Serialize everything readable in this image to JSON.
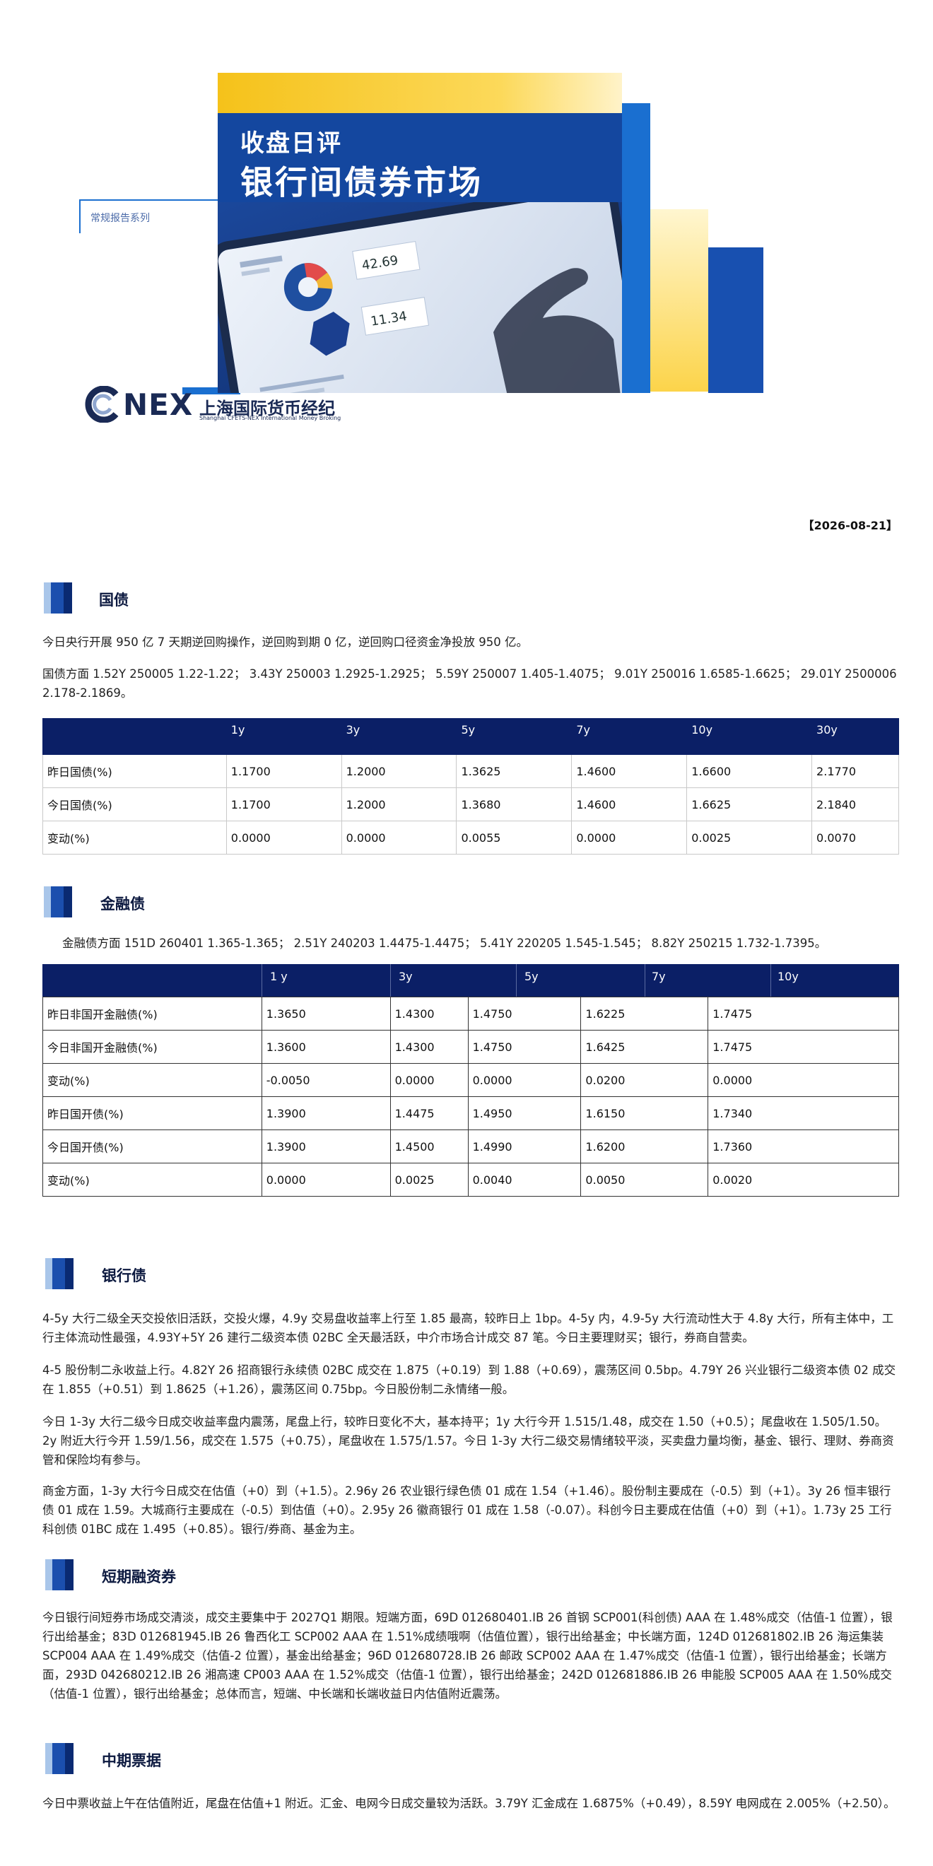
{
  "banner": {
    "title_line1": "收盘日评",
    "title_line2": "银行间债券市场",
    "series": "常规报告系列",
    "logo_text": "NEX",
    "logo_cn": "上海国际货币经纪",
    "logo_en": "Shanghai CFETS-NEX International Money Broking"
  },
  "date": "【2026-08-21】",
  "sections": {
    "guozhai": {
      "title": "国债",
      "p1": "今日央行开展 950 亿 7 天期逆回购操作，逆回购到期 0 亿，逆回购口径资金净投放 950 亿。",
      "p2": "国债方面 1.52Y 250005 1.22-1.22； 3.43Y 250003 1.2925-1.2925； 5.59Y 250007 1.405-1.4075； 9.01Y 250016 1.6585-1.6625； 29.01Y 2500006 2.178-2.1869。",
      "table": {
        "headers": [
          "",
          "1y",
          "3y",
          "5y",
          "7y",
          "10y",
          "30y"
        ],
        "rows": [
          [
            "昨日国债(%)",
            "1.1700",
            "1.2000",
            "1.3625",
            "1.4600",
            "1.6600",
            "2.1770"
          ],
          [
            "今日国债(%)",
            "1.1700",
            "1.2000",
            "1.3680",
            "1.4600",
            "1.6625",
            "2.1840"
          ],
          [
            "变动(%)",
            "0.0000",
            "0.0000",
            "0.0055",
            "0.0000",
            "0.0025",
            "0.0070"
          ]
        ]
      }
    },
    "jinrongzhai": {
      "title": "金融债",
      "p1": "金融债方面  151D 260401 1.365-1.365； 2.51Y 240203 1.4475-1.4475； 5.41Y 220205 1.545-1.545； 8.82Y 250215 1.732-1.7395。",
      "table": {
        "headers": [
          "1 y",
          "3y",
          "5y",
          "7y",
          "10y"
        ],
        "rows": [
          [
            "昨日非国开金融债(%)",
            "1.3650",
            "1.4300",
            "1.4750",
            "1.6225",
            "1.7475"
          ],
          [
            "今日非国开金融债(%)",
            "1.3600",
            "1.4300",
            "1.4750",
            "1.6425",
            "1.7475"
          ],
          [
            "变动(%)",
            "-0.0050",
            "0.0000",
            "0.0000",
            "0.0200",
            "0.0000"
          ],
          [
            "昨日国开债(%)",
            "1.3900",
            "1.4475",
            "1.4950",
            "1.6150",
            "1.7340"
          ],
          [
            "今日国开债(%)",
            "1.3900",
            "1.4500",
            "1.4990",
            "1.6200",
            "1.7360"
          ],
          [
            "变动(%)",
            "0.0000",
            "0.0025",
            "0.0040",
            "0.0050",
            "0.0020"
          ]
        ]
      }
    },
    "yinhangzhai": {
      "title": "银行债",
      "p1": "4-5y 大行二级全天交投依旧活跃，交投火爆，4.9y 交易盘收益率上行至 1.85 最高，较昨日上 1bp。4-5y 内，4.9-5y 大行流动性大于 4.8y 大行，所有主体中，工行主体流动性最强，4.93Y+5Y 26 建行二级资本债 02BC 全天最活跃，中介市场合计成交 87 笔。今日主要理财买；银行，券商自营卖。",
      "p2": "4-5 股份制二永收益上行。4.82Y 26 招商银行永续债 02BC 成交在 1.875（+0.19）到 1.88（+0.69），震荡区间 0.5bp。4.79Y 26 兴业银行二级资本债 02 成交在 1.855（+0.51）到 1.8625（+1.26），震荡区间 0.75bp。今日股份制二永情绪一般。",
      "p3": "今日 1-3y 大行二级今日成交收益率盘内震荡，尾盘上行，较昨日变化不大，基本持平；1y 大行今开 1.515/1.48，成交在 1.50（+0.5）；尾盘收在 1.505/1.50。2y 附近大行今开 1.59/1.56，成交在 1.575（+0.75），尾盘收在 1.575/1.57。今日 1-3y 大行二级交易情绪较平淡，买卖盘力量均衡，基金、银行、理财、券商资管和保险均有参与。",
      "p4": "商金方面，1-3y 大行今日成交在估值（+0）到（+1.5）。2.96y 26 农业银行绿色债 01 成在 1.54（+1.46）。股份制主要成在（-0.5）到（+1）。3y 26 恒丰银行债 01 成在 1.59。大城商行主要成在（-0.5）到估值（+0）。2.95y 26 徽商银行 01 成在 1.58（-0.07）。科创今日主要成在估值（+0）到（+1）。1.73y 25 工行科创债 01BC 成在 1.495（+0.85）。银行/券商、基金为主。"
    },
    "duanqi": {
      "title": "短期融资券",
      "p1": "今日银行间短券市场成交清淡，成交主要集中于 2027Q1 期限。短端方面，69D   012680401.IB    26 首钢 SCP001(科创债) AAA 在 1.48%成交（估值-1 位置），银行出给基金；83D   012681945.IB    26 鲁西化工 SCP002 AAA 在 1.51%成绩哦啊（估值位置），银行出给基金；中长端方面，124D   012681802.IB    26 海运集装 SCP004  AAA 在 1.49%成交（估值-2 位置），基金出给基金；96D   012680728.IB    26 邮政 SCP002 AAA   在 1.47%成交（估值-1 位置），银行出给基金；长端方面，293D   042680212.IB    26 湘高速 CP003 AAA 在 1.52%成交（估值-1 位置），银行出给基金；242D   012681886.IB    26 申能股 SCP005 AAA 在 1.50%成交（估值-1 位置），银行出给基金；总体而言，短端、中长端和长端收益日内估值附近震荡。"
    },
    "zhongqi": {
      "title": "中期票据",
      "p1": "今日中票收益上午在估值附近，尾盘在估值+1 附近。汇金、电网今日成交量较为活跃。3.79Y 汇金成在 1.6875%（+0.49），8.59Y 电网成在 2.005%（+2.50）。"
    }
  }
}
